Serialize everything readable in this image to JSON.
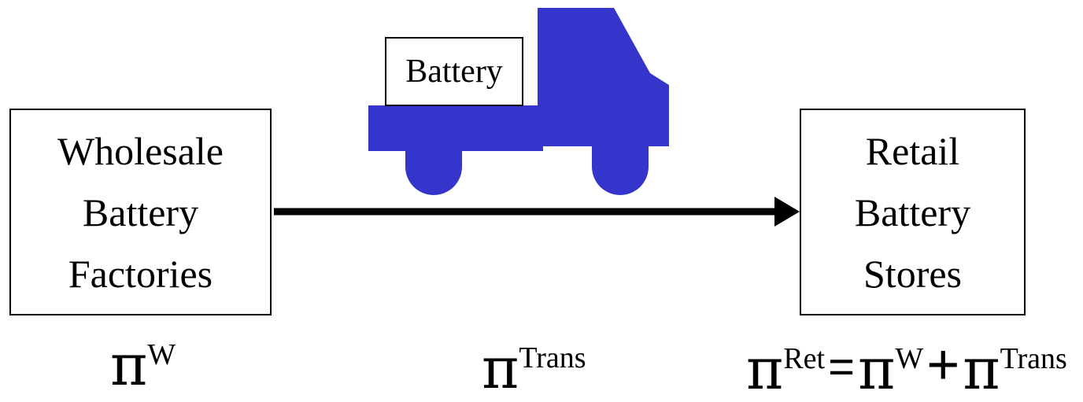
{
  "colors": {
    "truck": "#3535CC",
    "arrow": "#000000",
    "box_border": "#000000"
  },
  "left_box": {
    "lines": [
      "Wholesale",
      "Battery",
      "Factories"
    ]
  },
  "right_box": {
    "lines": [
      "Retail",
      "Battery",
      "Stores"
    ]
  },
  "truck": {
    "cargo_label": "Battery"
  },
  "formulas": {
    "pi": "π",
    "wholesale": {
      "superscript": "W"
    },
    "transport": {
      "superscript": "Trans"
    },
    "retail": {
      "superscript_ret": "Ret",
      "equals": "=",
      "superscript_w": "W",
      "plus": "+",
      "superscript_trans": "Trans"
    }
  }
}
